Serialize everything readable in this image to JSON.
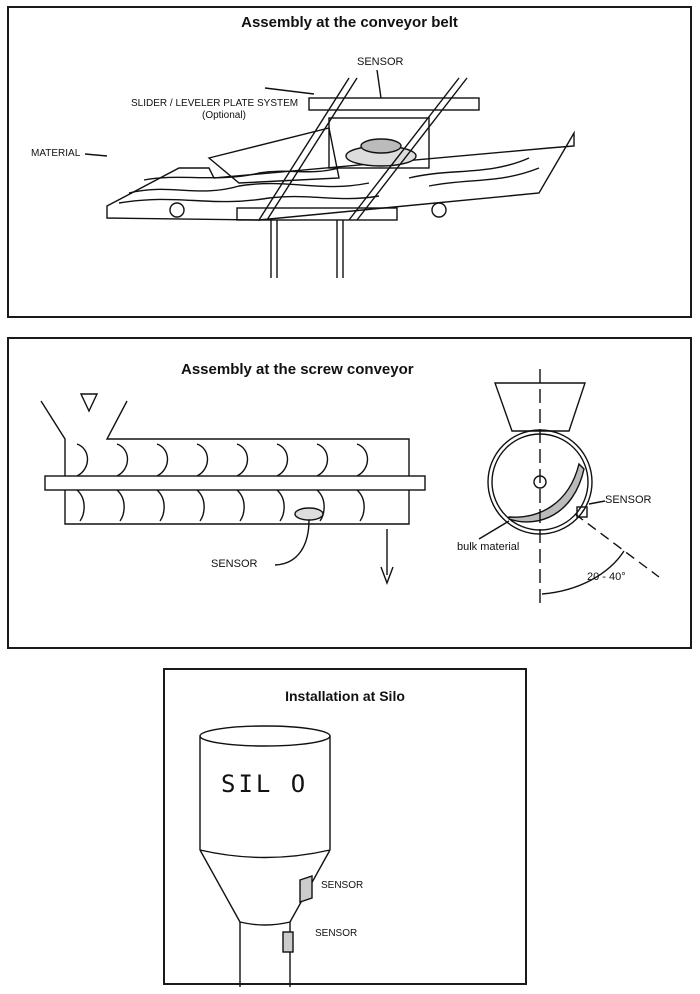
{
  "panels": {
    "conveyor_belt": {
      "title": "Assembly at the conveyor belt",
      "labels": {
        "sensor": "SENSOR",
        "slider": "SLIDER / LEVELER PLATE SYSTEM",
        "optional": "(Optional)",
        "material": "MATERIAL"
      }
    },
    "screw_conveyor": {
      "title": "Assembly at the screw conveyor",
      "labels": {
        "sensor_left": "SENSOR",
        "sensor_right": "SENSOR",
        "bulk": "bulk material",
        "angle": "20 - 40°"
      }
    },
    "silo": {
      "title": "Installation at Silo",
      "labels": {
        "silo": "SIL O",
        "sensor_upper": "SENSOR",
        "sensor_lower": "SENSOR"
      }
    }
  }
}
